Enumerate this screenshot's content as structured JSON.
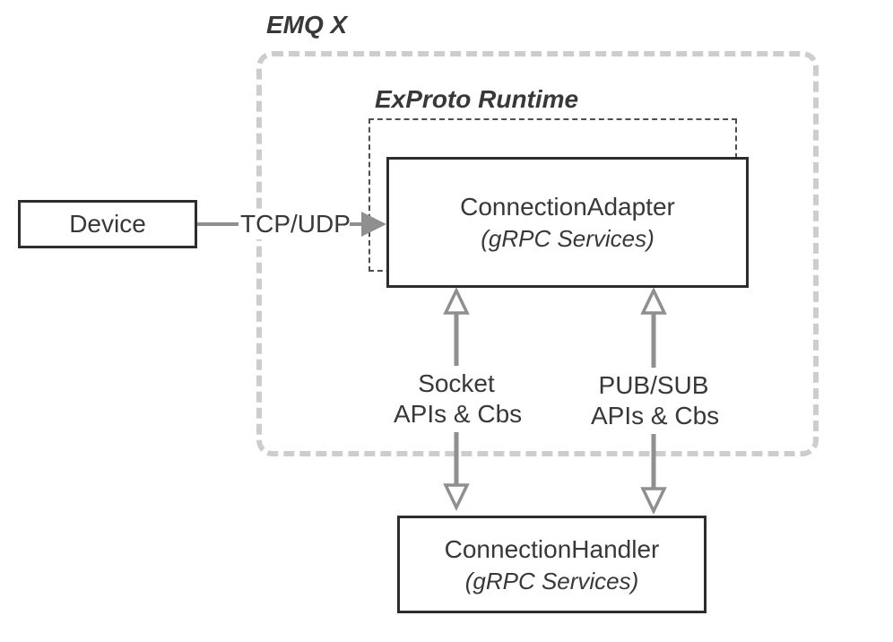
{
  "diagram": {
    "outer_group_label": "EMQ X",
    "inner_group_label": "ExProto Runtime",
    "nodes": {
      "device": {
        "label": "Device"
      },
      "adapter": {
        "title": "ConnectionAdapter",
        "subtitle": "(gRPC Services)"
      },
      "handler": {
        "title": "ConnectionHandler",
        "subtitle": "(gRPC Services)"
      }
    },
    "edges": {
      "tcp_udp": {
        "label": "TCP/UDP"
      },
      "socket": {
        "line1": "Socket",
        "line2": "APIs & Cbs"
      },
      "pubsub": {
        "line1": "PUB/SUB",
        "line2": "APIs & Cbs"
      }
    },
    "colors": {
      "box_border": "#2d2d2d",
      "text": "#383838",
      "arrow": "#8f8f8f",
      "outer_dash": "#cdcdcd",
      "inner_dash": "#4f4f4f",
      "background": "#ffffff"
    }
  }
}
